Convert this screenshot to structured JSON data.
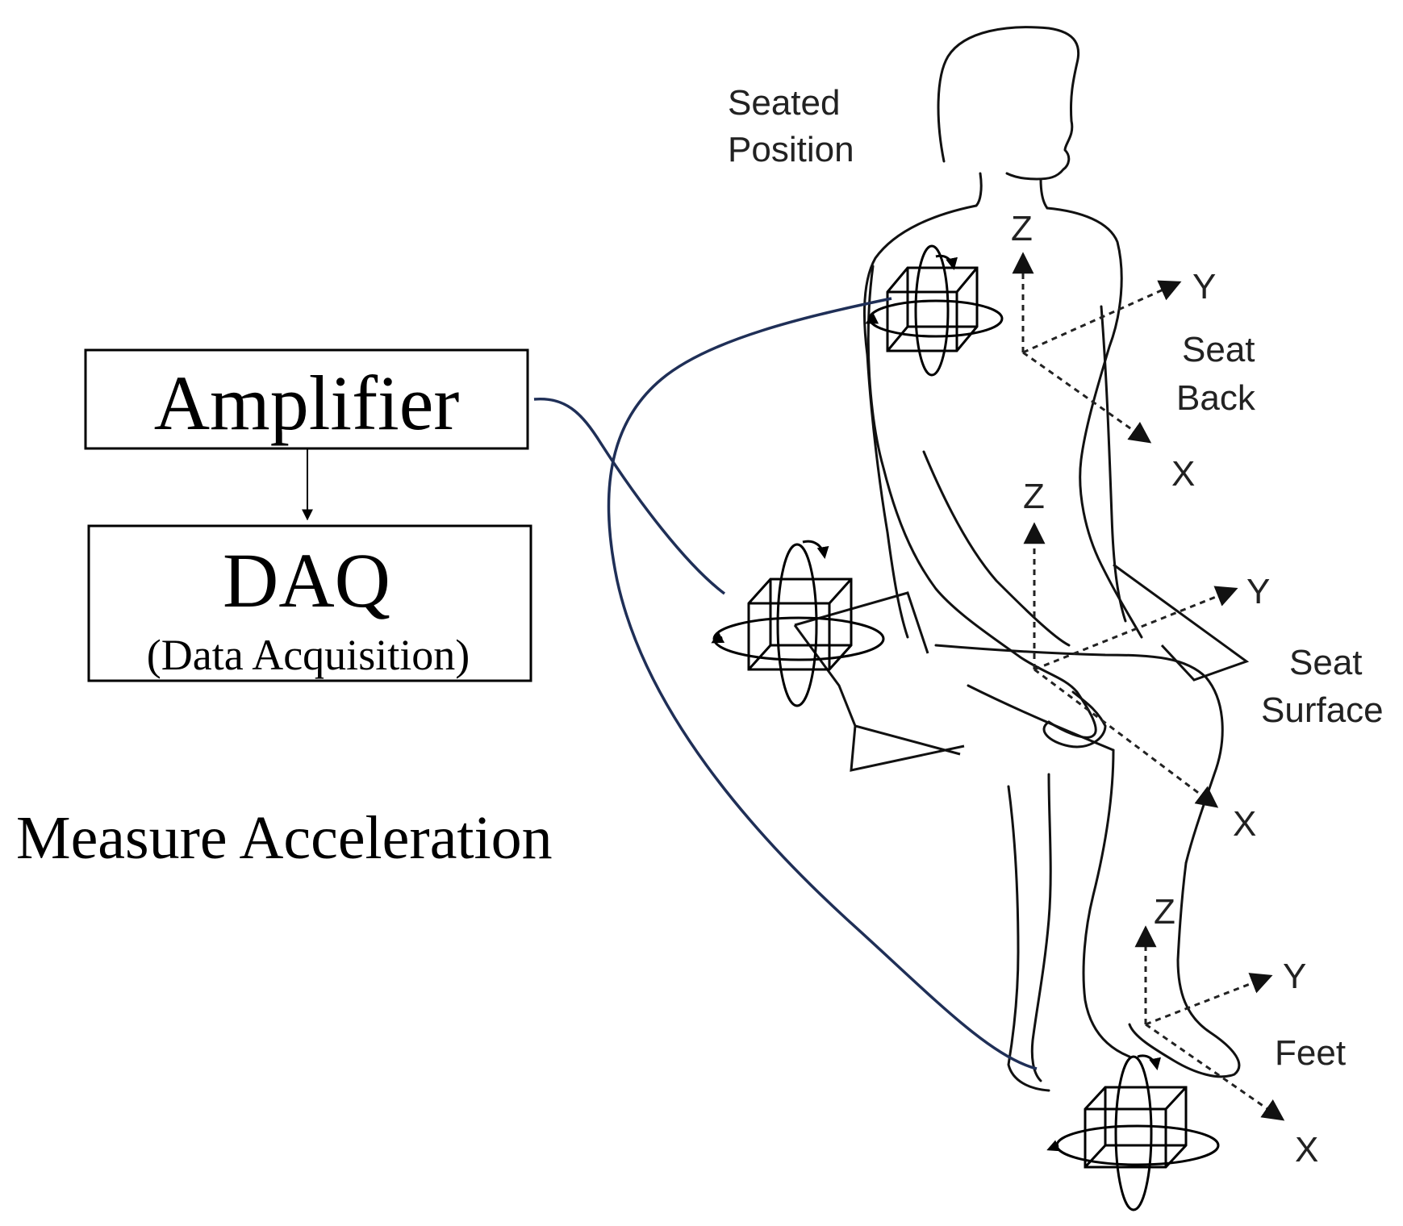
{
  "labels": {
    "amplifier": "Amplifier",
    "daq": "DAQ",
    "daq_sub": "(Data Acquisition)",
    "measure": "Measure Acceleration",
    "seated_line1": "Seated",
    "seated_line2": "Position",
    "seat_back_line1": "Seat",
    "seat_back_line2": "Back",
    "seat_surface_line1": "Seat",
    "seat_surface_line2": "Surface",
    "feet": "Feet",
    "axis_x": "X",
    "axis_y": "Y",
    "axis_z": "Z"
  },
  "colors": {
    "cable": "#1f2f57",
    "ink": "#000000"
  },
  "icons": [
    "accelerometer-cube-icon",
    "rotation-arrow-icon",
    "axis-arrow-icon"
  ]
}
